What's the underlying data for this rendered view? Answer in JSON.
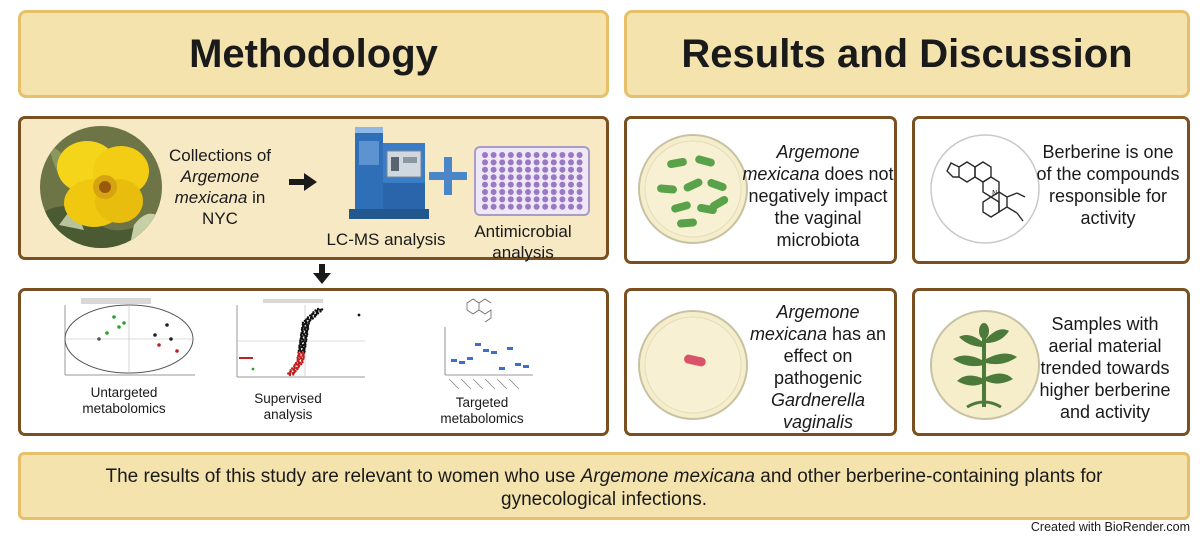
{
  "headers": {
    "methodology": "Methodology",
    "results": "Results and Discussion"
  },
  "method": {
    "collection_prefix": "Collections of",
    "collection_species": "Argemone mexicana",
    "collection_suffix": "in NYC",
    "lcms": "LC-MS analysis",
    "antimicrobial": "Antimicrobial analysis",
    "untargeted": "Untargeted metabolomics",
    "supervised": "Supervised analysis",
    "targeted": "Targeted metabolomics"
  },
  "results": {
    "r1_species": "Argemone mexicana",
    "r1_rest": "does not negatively impact the vaginal microbiota",
    "r2": "Berberine is one of the compounds responsible for activity",
    "r3_species": "Argemone mexicana",
    "r3_rest": "has an effect on pathogenic",
    "r3_pathogen": "Gardnerella vaginalis",
    "r4": "Samples with aerial material trended towards higher berberine and activity"
  },
  "conclusion": {
    "prefix": "The results of this study are relevant to women who use",
    "species": "Argemone mexicana",
    "suffix": "and other berberine-containing plants for gynecological infections."
  },
  "credit": "Created with BioRender.com",
  "colors": {
    "header_fill": "#f4e3ad",
    "header_border": "#e6c06a",
    "panel_border": "#7a5020",
    "bacteria_green": "#5aa24a",
    "gardnerella_red": "#d9546a"
  }
}
